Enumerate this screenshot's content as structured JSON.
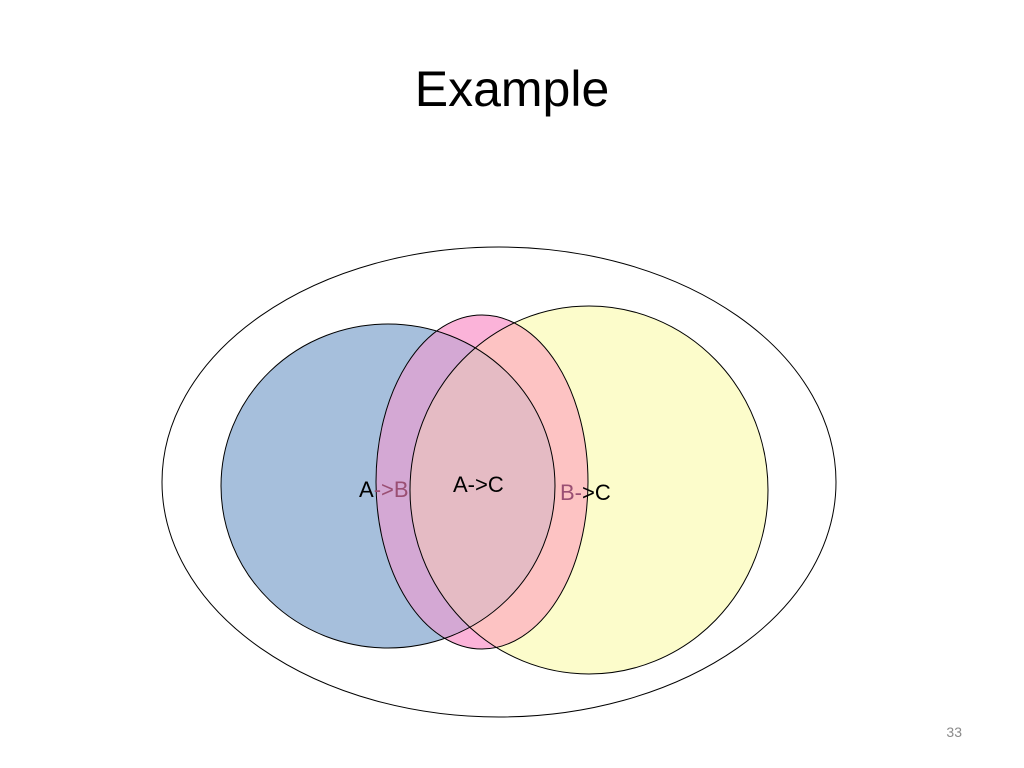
{
  "slide": {
    "title": "Example",
    "page_number": "33"
  },
  "diagram": {
    "sets": [
      {
        "id": "A",
        "fill": "#a6bfdc",
        "part1": "A",
        "part2": "->B"
      },
      {
        "id": "B",
        "fill": "#fbb3d9",
        "part1": "A->C"
      },
      {
        "id": "C",
        "fill": "#fcfccb",
        "part1": "B-",
        "part2": ">C"
      }
    ],
    "colors": {
      "outline": "#000000",
      "overlap_text": "#9a4f73",
      "overlap_AB": "#d4a8d4",
      "overlap_BC": "#fdc3c3",
      "overlap_ABC": "#e5bbc4"
    }
  }
}
